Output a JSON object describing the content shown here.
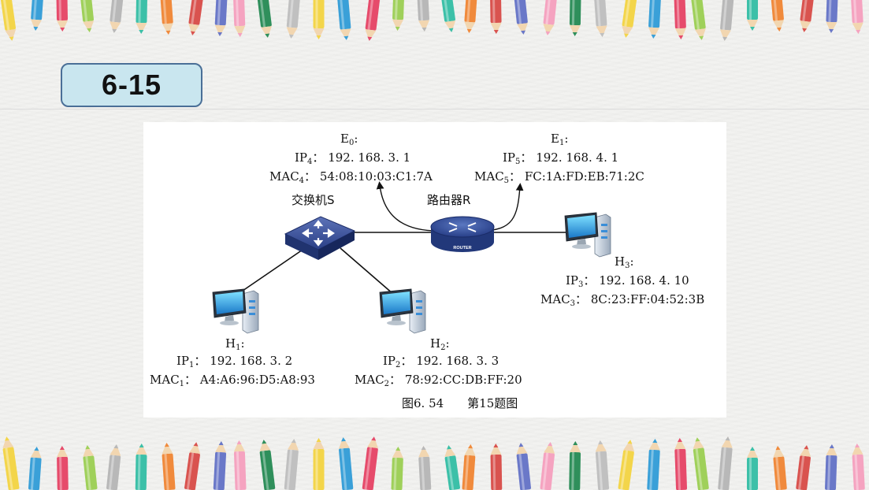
{
  "slide": {
    "title": "6-15"
  },
  "figure": {
    "switch": {
      "label": "交换机S"
    },
    "router": {
      "label": "路由器R",
      "badge": "ROUTER"
    },
    "e0": {
      "name": "E",
      "sub": "0",
      "ip_prefix": "IP",
      "ip_sub": "4",
      "ip": "192. 168. 3. 1",
      "mac_prefix": "MAC",
      "mac_sub": "4",
      "mac": "54:08:10:03:C1:7A"
    },
    "e1": {
      "name": "E",
      "sub": "1",
      "ip_prefix": "IP",
      "ip_sub": "5",
      "ip": "192. 168. 4. 1",
      "mac_prefix": "MAC",
      "mac_sub": "5",
      "mac": "FC:1A:FD:EB:71:2C"
    },
    "h1": {
      "name": "H",
      "sub": "1",
      "ip_prefix": "IP",
      "ip_sub": "1",
      "ip": "192. 168. 3. 2",
      "mac_prefix": "MAC",
      "mac_sub": "1",
      "mac": "A4:A6:96:D5:A8:93"
    },
    "h2": {
      "name": "H",
      "sub": "2",
      "ip_prefix": "IP",
      "ip_sub": "2",
      "ip": "192. 168. 3. 3",
      "mac_prefix": "MAC",
      "mac_sub": "2",
      "mac": "78:92:CC:DB:FF:20"
    },
    "h3": {
      "name": "H",
      "sub": "3",
      "ip_prefix": "IP",
      "ip_sub": "3",
      "ip": "192. 168. 4. 10",
      "mac_prefix": "MAC",
      "mac_sub": "3",
      "mac": "8C:23:FF:04:52:3B"
    },
    "caption": "图6. 54　　第15题图"
  },
  "decoration": {
    "pencil_colors": [
      "#f3d54a",
      "#3aa0d8",
      "#e64b6b",
      "#9fd05a",
      "#b8b8b8",
      "#3cc0a8",
      "#f08a3c",
      "#d9534f",
      "#6a78c8",
      "#f5a3c0",
      "#2f8f5b",
      "#c0c0c0"
    ]
  }
}
